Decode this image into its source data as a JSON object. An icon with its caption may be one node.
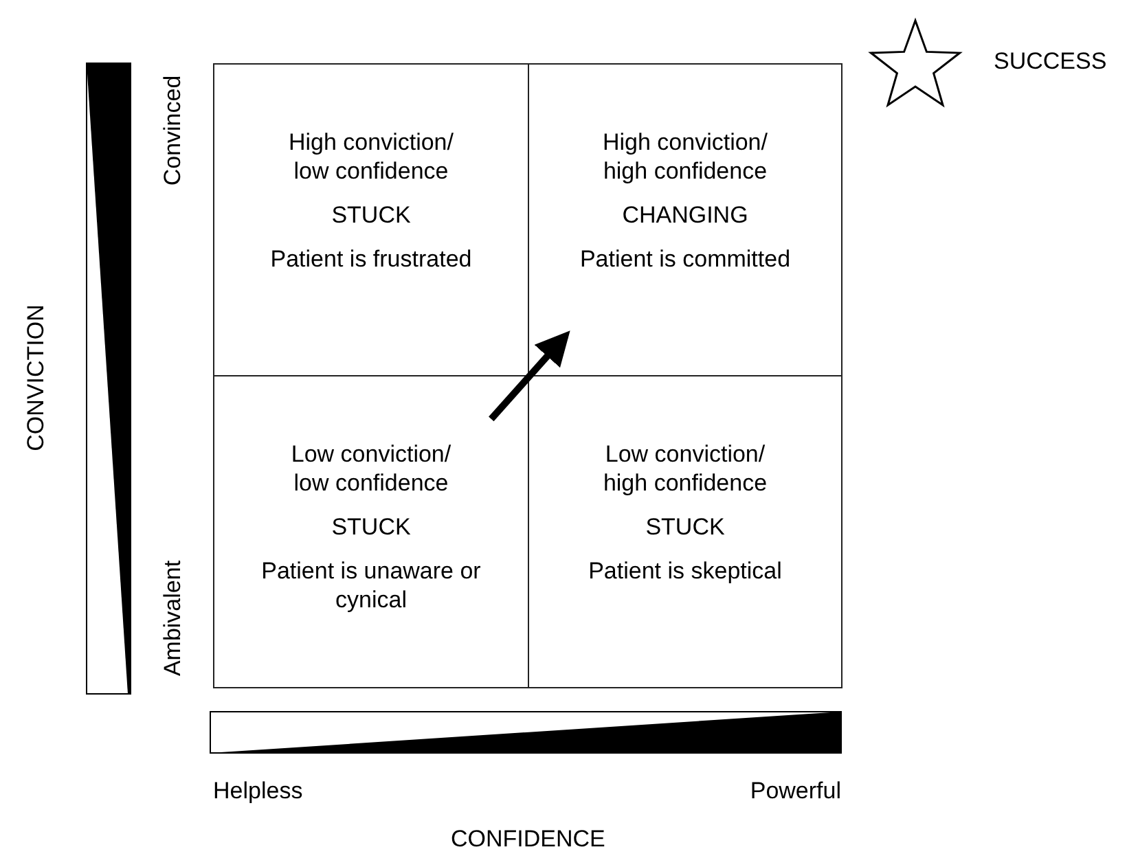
{
  "diagram": {
    "nodes": [
      {
        "text": [
          "High conviction/ low confidence",
          "STUCK",
          "Patient is frustrated"
        ]
      },
      {
        "text": [
          "High conviction/ high confidence",
          "CHANGING",
          "Patient is committed"
        ]
      },
      {
        "text": [
          "Low conviction/ low confidence",
          "STUCK",
          "Patient is unaware or cynical"
        ]
      },
      {
        "text": [
          "Low conviction/ high confidence",
          "STUCK",
          "Patient is skeptical"
        ]
      }
    ],
    "edges": [
      {
        "from": 2,
        "to": 1,
        "arrow": "to"
      }
    ],
    "labels": [
      "SUCCESS",
      "Convinced",
      "CONVICTION",
      "Ambivalent",
      "Helpless",
      "Powerful",
      "CONFIDENCE"
    ]
  }
}
